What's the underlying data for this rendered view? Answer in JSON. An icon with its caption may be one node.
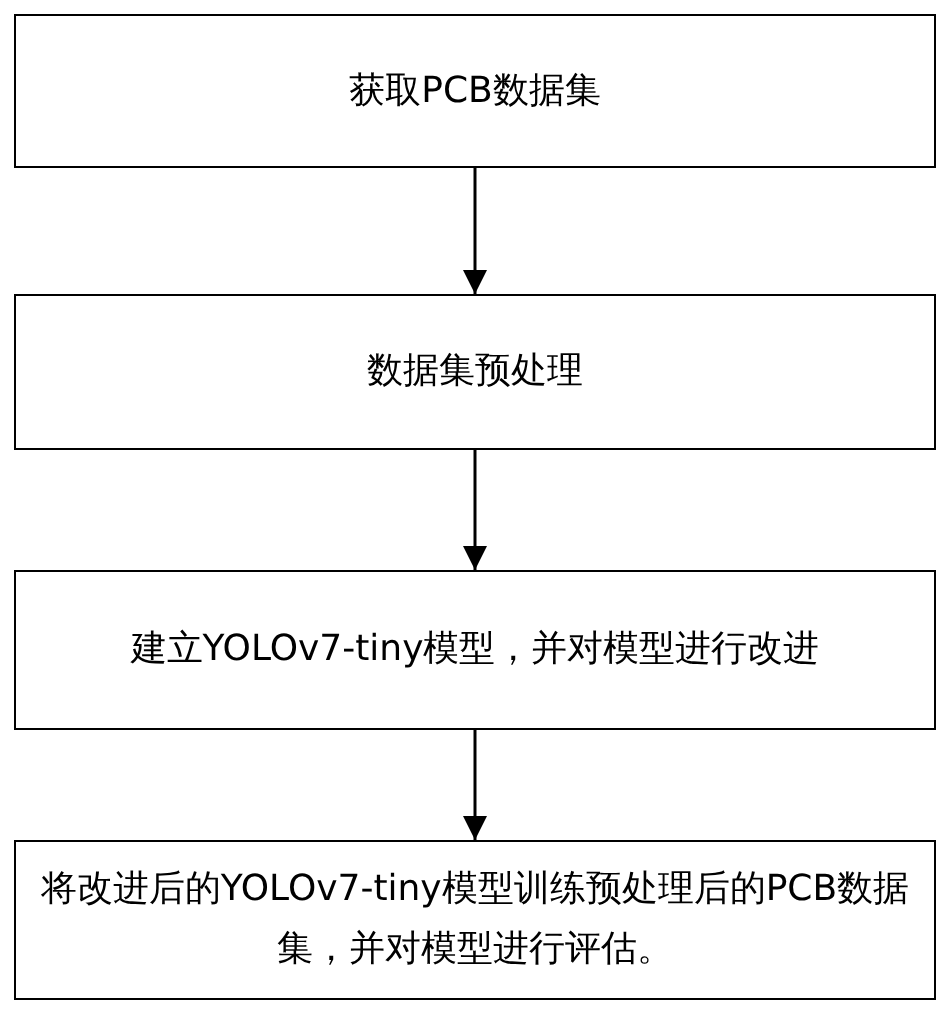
{
  "diagram": {
    "nodes": [
      {
        "text": [
          "获取PCB数据集"
        ]
      },
      {
        "text": [
          "数据集预处理"
        ]
      },
      {
        "text": [
          "建立YOLOv7-tiny模型，并对模型进行改进"
        ]
      },
      {
        "text": [
          "将改进后的YOLOv7-tiny模型训练预处理后的PCB数据集，并对模型进行评估。"
        ]
      }
    ],
    "edges": [
      {
        "from": 0,
        "to": 1,
        "arrow": "to"
      },
      {
        "from": 1,
        "to": 2,
        "arrow": "to"
      },
      {
        "from": 2,
        "to": 3,
        "arrow": "to"
      }
    ]
  }
}
